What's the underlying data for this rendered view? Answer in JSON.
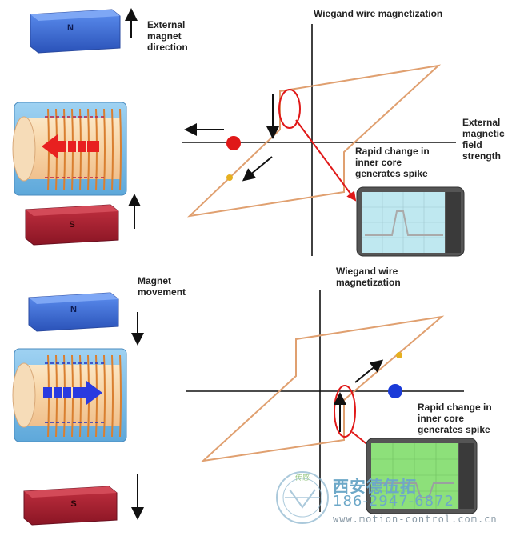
{
  "top": {
    "north_label": "N",
    "south_label": "S",
    "external_magnet_direction": "External\nmagnet\ndirection",
    "graph_title": "Wiegand wire magnetization",
    "field_strength": "External\nmagnetic\nfield\nstrength",
    "spike_note": "Rapid change in\ninner core\ngenerates spike"
  },
  "bottom": {
    "north_label": "N",
    "south_label": "S",
    "magnet_movement": "Magnet\nmovement",
    "graph_title": "Wiegand wire\nmagnetization",
    "spike_note": "Rapid change in\ninner core\ngenerates spike"
  },
  "watermark": {
    "company": "西安德伍拓",
    "phone": "186-2947-6872",
    "url": "www.motion-control.com.cn",
    "seal_text": "传感"
  },
  "colors": {
    "north": "#3d6fd8",
    "south": "#a82233",
    "coil": "#e0944a",
    "hysteresis": "#e0a070",
    "marker_red": "#e01818",
    "marker_blue": "#1a3ad8",
    "scope_top_screen": "#bfe8f0",
    "scope_bottom_screen": "#8de07a"
  }
}
